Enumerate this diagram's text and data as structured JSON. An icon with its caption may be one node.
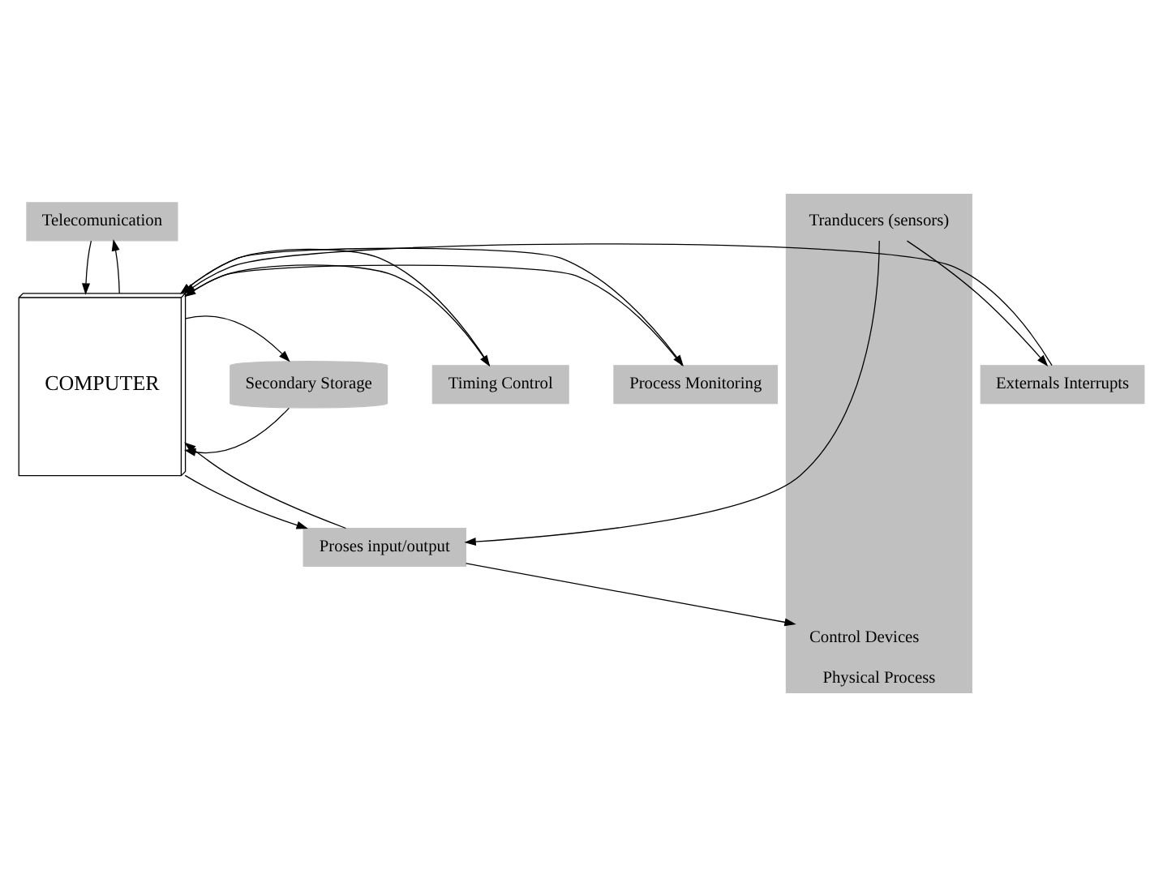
{
  "diagram": {
    "nodes": [
      {
        "text": [
          "Telecomunication"
        ]
      },
      {
        "text": [
          "Timing Control"
        ]
      },
      {
        "text": [
          "COMPUTER"
        ]
      },
      {
        "text": [
          "Secondary Storage"
        ]
      },
      {
        "text": [
          "Externals Interrupts"
        ]
      },
      {
        "text": [
          "Process Monitoring"
        ]
      },
      {
        "text": [
          "Proses input/output"
        ]
      },
      {
        "text": [
          "Physical Process"
        ]
      },
      {
        "text": [
          "Tranducers (sensors)"
        ],
        "in": 7
      },
      {
        "text": [
          "Control Devices"
        ],
        "in": 7
      }
    ],
    "edges": [
      {
        "from": 0,
        "to": 2,
        "arrow": "to"
      },
      {
        "from": 2,
        "to": 0,
        "arrow": "to"
      },
      {
        "from": 2,
        "to": 1,
        "arrow": "to"
      },
      {
        "from": 1,
        "to": 2,
        "arrow": "to"
      },
      {
        "from": 3,
        "to": 2,
        "arrow": "to"
      },
      {
        "from": 2,
        "to": 3,
        "arrow": "to"
      },
      {
        "from": 4,
        "to": 2,
        "arrow": "to"
      },
      {
        "from": 5,
        "to": 2,
        "arrow": "to"
      },
      {
        "from": 2,
        "to": 5,
        "arrow": "to"
      },
      {
        "from": 2,
        "to": 6,
        "arrow": "to"
      },
      {
        "from": 6,
        "to": 2,
        "arrow": "to"
      },
      {
        "from": 8,
        "to": 4,
        "arrow": "to"
      },
      {
        "from": 8,
        "to": 6,
        "arrow": "to"
      },
      {
        "from": 6,
        "to": 9,
        "arrow": "to"
      }
    ]
  }
}
